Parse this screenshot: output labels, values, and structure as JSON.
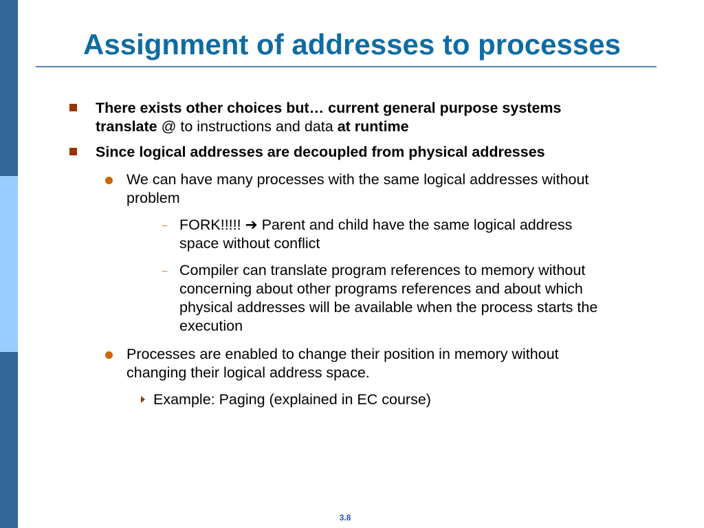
{
  "colors": {
    "title": "#0f6ba3",
    "title_rule": "#4f86b5",
    "sidebar_dark": "#336699",
    "sidebar_light": "#99ccff",
    "bullet_level1": "#993300",
    "bullet_level2": "#cc6600",
    "bullet_level3": "#cc6600",
    "bullet_level4": "#993300",
    "slide_number": "#1f4fc2",
    "text": "#000000"
  },
  "slide": {
    "title": "Assignment of addresses to processes",
    "number": "3.8"
  },
  "bullets": {
    "b1": {
      "icon": "square-bullet-icon",
      "line1": "There exists other choices but… current general purpose systems",
      "line2_bold": "translate",
      "line2_mid": " @ to instructions and data ",
      "line2_end": "at runtime"
    },
    "b2": {
      "icon": "square-bullet-icon",
      "text": "Since logical addresses are decoupled from physical addresses"
    },
    "b2_1": {
      "icon": "dot-bullet-icon",
      "line1": "We can have many processes with the same logical addresses without",
      "line2": "problem"
    },
    "b2_1_1": {
      "icon": "dash-bullet-icon",
      "dash": "–",
      "fork": "FORK!!!!! ",
      "arrow": "➔",
      "line1_rest": " Parent and child have the same logical address",
      "line2": "space without conflict"
    },
    "b2_1_2": {
      "icon": "dash-bullet-icon",
      "dash": "–",
      "lines": [
        "Compiler can translate program references to memory without",
        "concerning about other programs references and about which",
        "physical addresses will be available when the process starts the",
        "execution"
      ]
    },
    "b2_2": {
      "icon": "dot-bullet-icon",
      "line1": "Processes are enabled to change their position in memory without",
      "line2": "changing their logical address space."
    },
    "b2_2_1": {
      "icon": "triangle-bullet-icon",
      "text": "Example: Paging (explained in EC course)"
    }
  }
}
